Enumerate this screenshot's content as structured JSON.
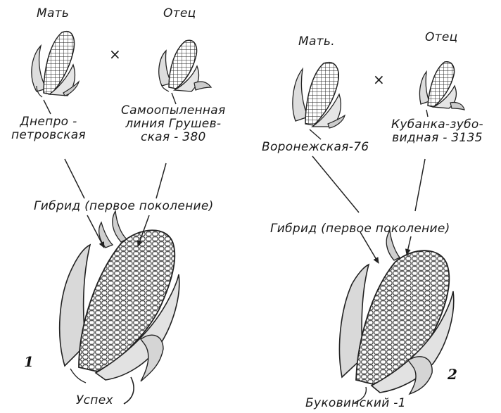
{
  "left": {
    "mother_label": "Мать",
    "father_label": "Отец",
    "cross_sign": "×",
    "mother_variety": "Днепро -\nпетровская",
    "father_variety": "Самоопыленная\nлиния Грушев-\nская - 380",
    "hybrid_label": "Гибрид (первое поколение)",
    "figure_number": "1",
    "result_variety": "Успех"
  },
  "right": {
    "mother_label": "Мать.",
    "father_label": "Отец",
    "cross_sign": "×",
    "mother_variety": "Воронежская-76",
    "father_variety": "Кубанка-зубо-\nвидная - 3135",
    "hybrid_label": "Гибрид (первое поколение)",
    "figure_number": "2",
    "result_variety": "Буковинский -1"
  }
}
